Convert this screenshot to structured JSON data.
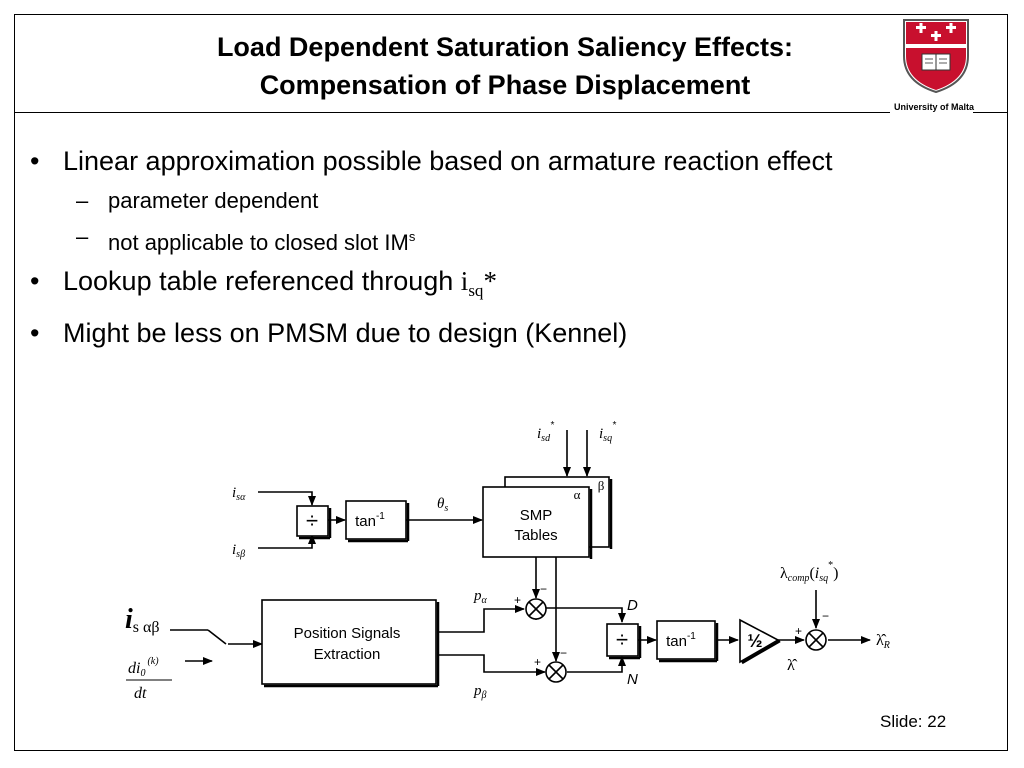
{
  "slide": {
    "title_line1": "Load Dependent Saturation Saliency Effects:",
    "title_line2": "Compensation of Phase Displacement",
    "logo_caption": "University of Malta",
    "slide_number": "Slide: 22"
  },
  "bullets": [
    {
      "text": "Linear approximation possible based on armature reaction effect",
      "sub": [
        "parameter dependent",
        "not applicable to closed slot IM"
      ],
      "sub2_sup": "s"
    },
    {
      "text": "Lookup table referenced through ",
      "math": "i",
      "math_sub": "sq",
      "math_tail": "*"
    },
    {
      "text": "Might be less on PMSM due to design (Kennel)"
    }
  ],
  "diagram": {
    "blocks": {
      "divider": "÷",
      "arctan": "tan",
      "arctan_sup": "-1",
      "smp_line1": "SMP",
      "smp_line2": "Tables",
      "smp_alpha": "α",
      "smp_beta": "β",
      "pos_line1": "Position Signals",
      "pos_line2": "Extraction",
      "half_gain": "½",
      "multiply": "⊗"
    },
    "signals": {
      "i_s_alpha": "i",
      "i_s_alpha_sub": "sα",
      "i_s_beta": "i",
      "i_s_beta_sub": "sβ",
      "theta_s": "θ",
      "theta_sub": "s",
      "i_sd_star": "i",
      "i_sd_sub": "sd",
      "i_sq_star": "i",
      "i_sq_sub": "sq",
      "star": "*",
      "p_alpha": "p",
      "p_alpha_sub": "α",
      "p_beta": "p",
      "p_beta_sub": "β",
      "D": "D",
      "N": "N",
      "plus": "+",
      "minus": "−",
      "i_s_ab_main": "i",
      "i_s_ab_sub": "s αβ",
      "di0_num": "di",
      "di0_num_sub": "0",
      "di0_sup": "(k)",
      "di0_den": "dt",
      "lambda_comp": "λ",
      "lambda_comp_sub": "comp",
      "lambda_comp_arg_open": "(",
      "lambda_comp_arg": "i",
      "lambda_comp_arg_sub": "sq",
      "lambda_comp_arg_close": ")",
      "lambda_hat": "λ̂",
      "lambda_hat_R": "λ̂",
      "lambda_hat_R_sub": "R"
    }
  }
}
